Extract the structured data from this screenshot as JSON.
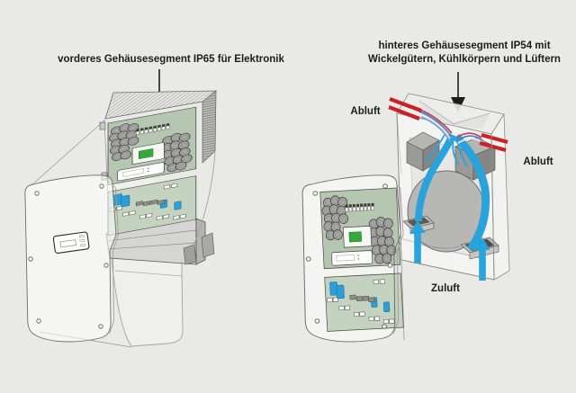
{
  "background": "#e9e9e7",
  "labels": {
    "front_segment": "vorderes Gehäusesegment IP65 für Elektronik",
    "rear_segment_line1": "hinteres Gehäusesegment IP54 mit",
    "rear_segment_line2": "Wickelgütern, Kühlkörpern und Lüftern",
    "abluft_left": "Abluft",
    "abluft_right": "Abluft",
    "zuluft": "Zuluft"
  },
  "icons": {
    "front_pointer": "arrow-down-icon",
    "rear_pointer": "arrow-down-icon",
    "supply_air_left": "arrow-up-icon",
    "supply_air_right": "arrow-up-icon"
  },
  "colors": {
    "text": "#1d1d1b",
    "outline": "#4c4c48",
    "ghost_outline": "#8f8f8d",
    "pcb_green": "#b5c7b1",
    "pcb_green_light": "#c4d2c0",
    "display_green": "#36a93a",
    "component_blue": "#2b9fd6",
    "airflow_blue": "#29a3dc",
    "busbar_red": "#cb2026",
    "metal_gray": "#b2b2b0"
  }
}
